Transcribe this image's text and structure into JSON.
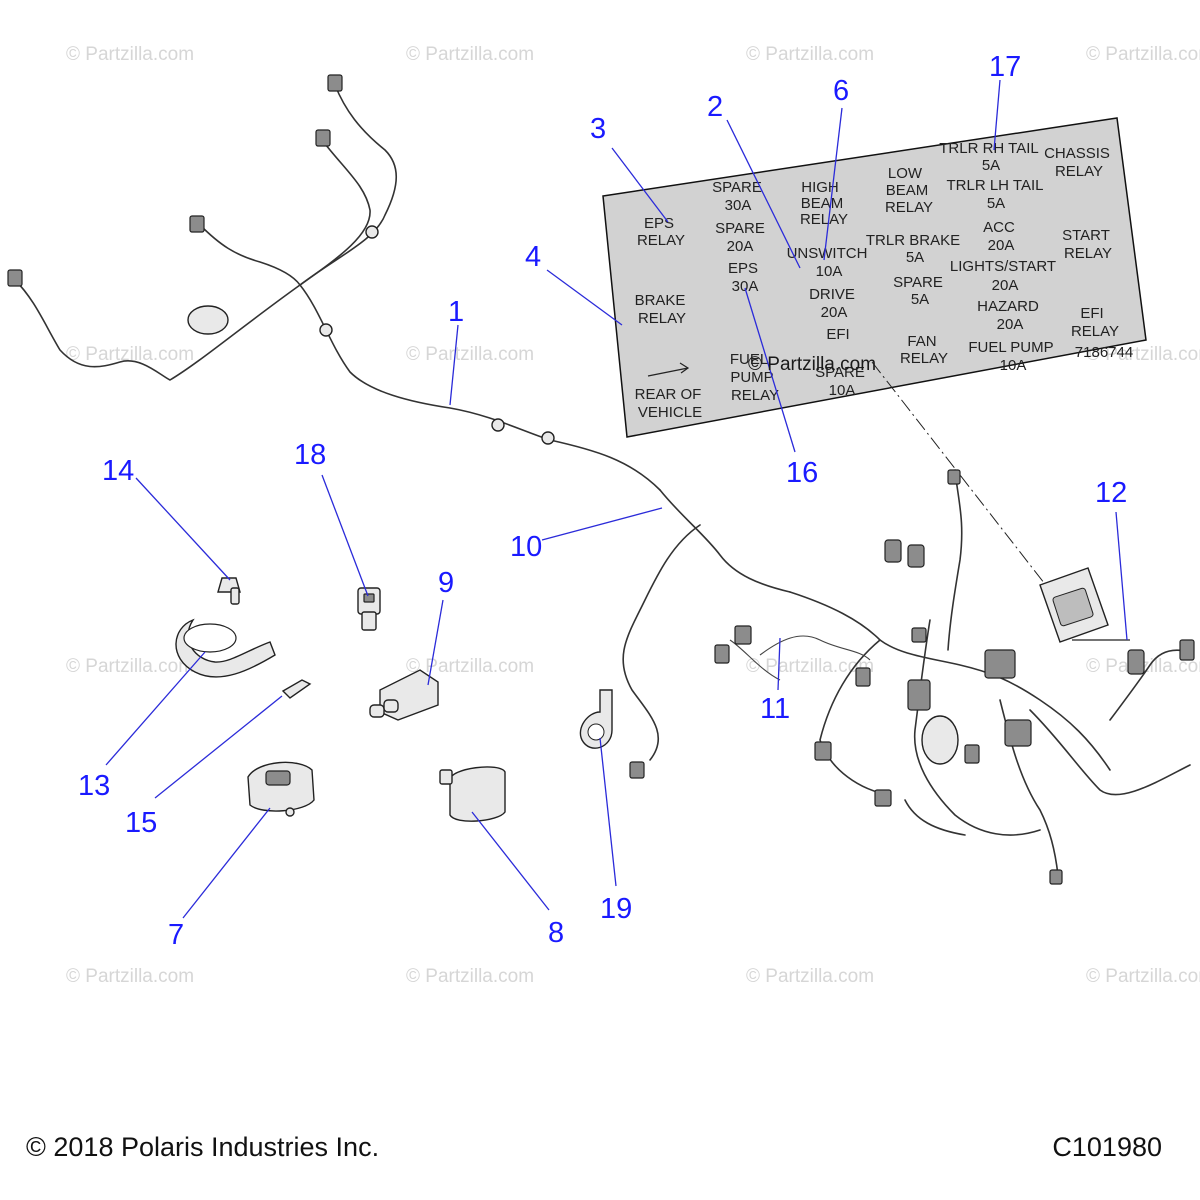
{
  "watermark_text": "© Partzilla.com",
  "footer": {
    "copyright": "© 2018 Polaris Industries Inc.",
    "drawing_id": "C101980"
  },
  "callouts": [
    "1",
    "2",
    "3",
    "4",
    "6",
    "7",
    "8",
    "9",
    "10",
    "11",
    "12",
    "13",
    "14",
    "15",
    "16",
    "17",
    "18",
    "19"
  ],
  "fuse_label": {
    "part_number": "7186744",
    "entries": [
      [
        "EPS",
        "RELAY"
      ],
      [
        "SPARE",
        "30A"
      ],
      [
        "SPARE",
        "20A"
      ],
      [
        "HIGH",
        "BEAM",
        "RELAY"
      ],
      [
        "LOW",
        "BEAM",
        "RELAY"
      ],
      [
        "TRLR RH TAIL",
        "5A"
      ],
      [
        "CHASSIS",
        "RELAY"
      ],
      [
        "TRLR LH TAIL",
        "5A"
      ],
      [
        "UNSWITCH",
        "10A"
      ],
      [
        "TRLR BRAKE",
        "5A"
      ],
      [
        "ACC",
        "20A"
      ],
      [
        "START",
        "RELAY"
      ],
      [
        "EPS",
        "30A"
      ],
      [
        "DRIVE",
        "20A"
      ],
      [
        "SPARE",
        "5A"
      ],
      [
        "LIGHTS/START",
        "20A"
      ],
      [
        "BRAKE",
        "RELAY"
      ],
      [
        "HAZARD",
        "20A"
      ],
      [
        "EFI",
        "RELAY"
      ],
      [
        "EFI"
      ],
      [
        "FAN",
        "RELAY"
      ],
      [
        "FUEL PUMP",
        "10A"
      ],
      [
        "FUEL",
        "PUMP",
        "RELAY"
      ],
      [
        "SPARE",
        "10A"
      ],
      [
        "REAR OF",
        "VEHICLE"
      ]
    ]
  }
}
